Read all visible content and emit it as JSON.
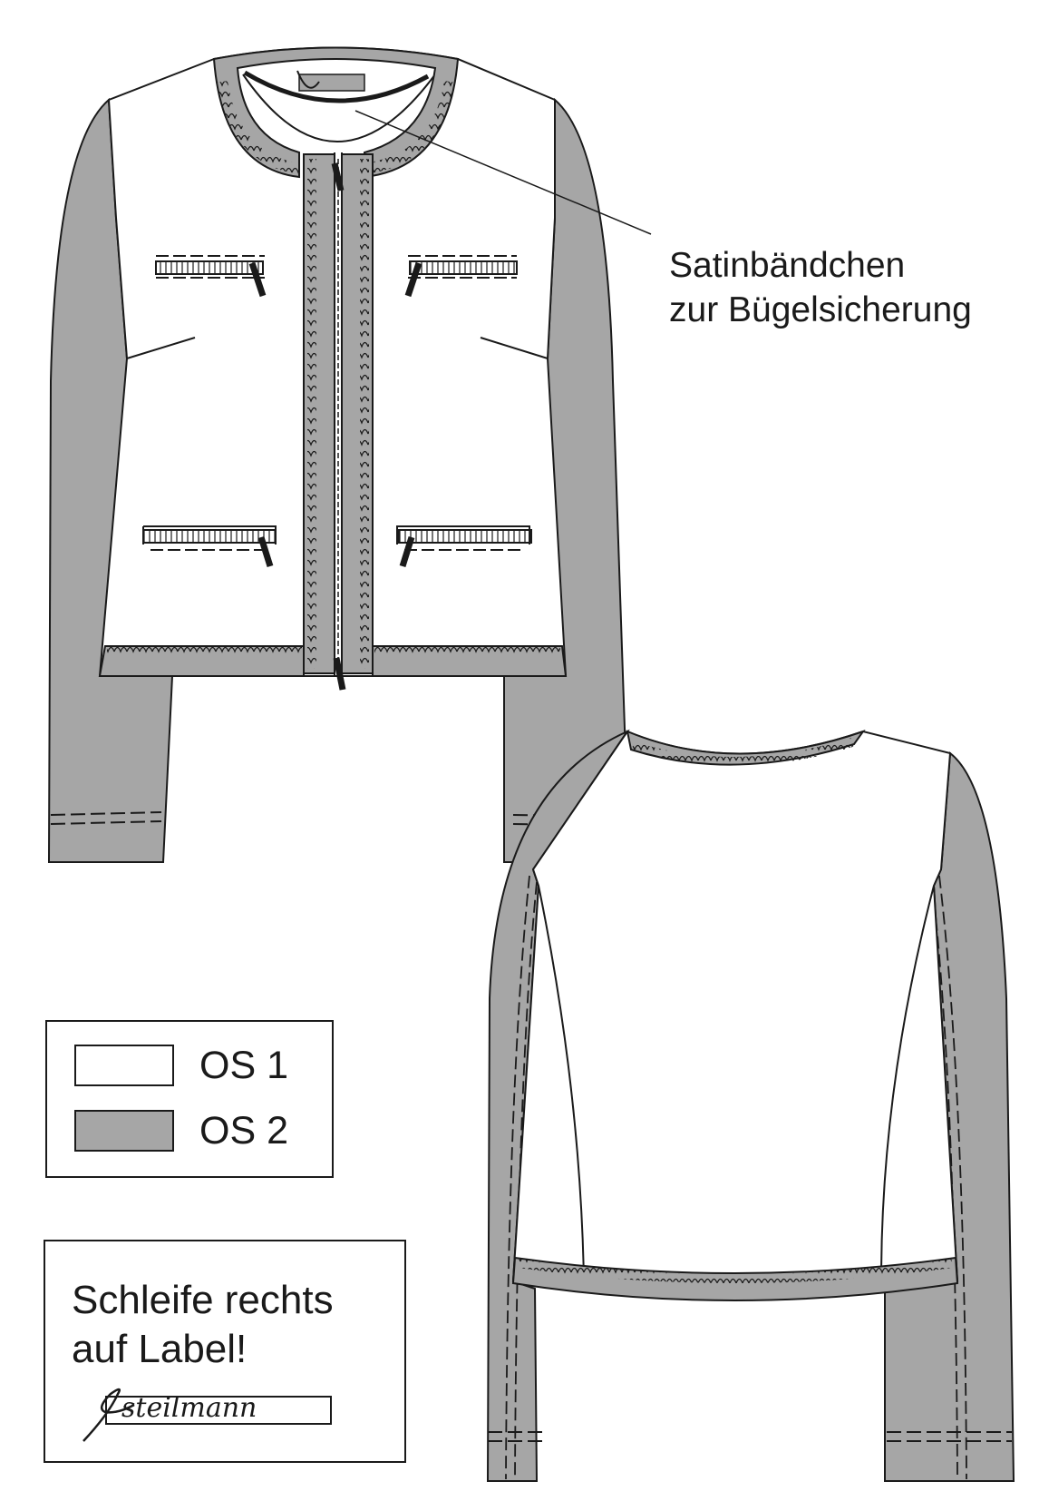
{
  "callout": {
    "line1": "Satinbändchen",
    "line2": "zur Bügelsicherung"
  },
  "legend": {
    "items": [
      {
        "label": "OS 1",
        "color": "#ffffff"
      },
      {
        "label": "OS 2",
        "color": "#a6a6a6"
      }
    ]
  },
  "note": {
    "line1": "Schleife rechts",
    "line2": "auf Label!"
  },
  "label_tag": {
    "brand": "steilmann"
  },
  "colors": {
    "os1": "#ffffff",
    "os2": "#a6a6a6",
    "stroke": "#1a1a1a"
  }
}
